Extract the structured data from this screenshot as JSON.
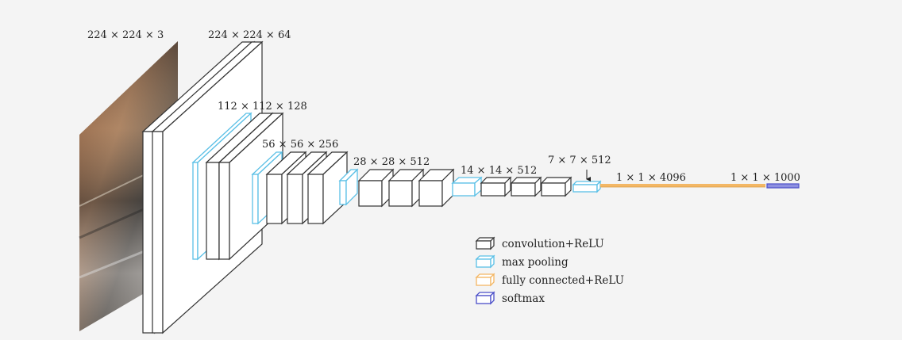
{
  "diagram": {
    "labels": {
      "input": "224 × 224 × 3",
      "conv1": "224 × 224 × 64",
      "conv2": "112 × 112 × 128",
      "conv3": "56 × 56 × 256",
      "conv4": "28 × 28 × 512",
      "conv5": "14 × 14 × 512",
      "pool5": "7 × 7 × 512",
      "fc": "1 × 1 × 4096",
      "softmax": "1 × 1 × 1000"
    },
    "legend": [
      {
        "label": "convolution+ReLU",
        "color": "#333333"
      },
      {
        "label": "max pooling",
        "color": "#5bc0e6"
      },
      {
        "label": "fully connected+ReLU",
        "color": "#f3b765"
      },
      {
        "label": "softmax",
        "color": "#4b4fc8"
      }
    ],
    "colors": {
      "conv": "#333333",
      "pool": "#5bc0e6",
      "fc": "#f3b765",
      "softmax": "#4b4fc8"
    }
  }
}
